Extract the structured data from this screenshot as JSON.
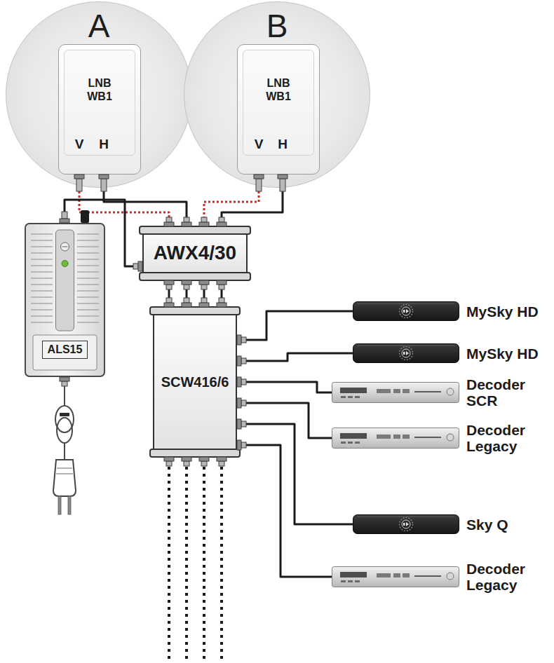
{
  "diagram": {
    "nodes": [
      {
        "text": [
          "A"
        ]
      },
      {
        "text": [
          "LNB WB1",
          "V",
          "H"
        ],
        "in": 0
      },
      {
        "text": [
          "B"
        ]
      },
      {
        "text": [
          "LNB WB1",
          "V",
          "H"
        ],
        "in": 2
      },
      {
        "text": [
          "AWX4/30"
        ]
      },
      {
        "text": [
          "ALS15"
        ]
      },
      {
        "text": [
          "SCW416/6"
        ]
      },
      {
        "text": [
          "MySky HD"
        ]
      },
      {
        "text": [
          "MySky HD"
        ]
      },
      {
        "text": [
          "Decoder SCR"
        ]
      },
      {
        "text": [
          "Decoder Legacy"
        ]
      },
      {
        "text": [
          "Sky Q"
        ]
      },
      {
        "text": [
          "Decoder Legacy"
        ]
      }
    ],
    "edges": [
      {
        "from": 1,
        "to": 4,
        "arrow": "none"
      },
      {
        "from": 1,
        "to": 4,
        "arrow": "none"
      },
      {
        "from": 3,
        "to": 4,
        "arrow": "none"
      },
      {
        "from": 3,
        "to": 4,
        "arrow": "none"
      },
      {
        "from": 5,
        "to": 4,
        "arrow": "none"
      },
      {
        "from": 4,
        "to": 6,
        "arrow": "none"
      },
      {
        "from": 4,
        "to": 6,
        "arrow": "none"
      },
      {
        "from": 4,
        "to": 6,
        "arrow": "none"
      },
      {
        "from": 4,
        "to": 6,
        "arrow": "none"
      },
      {
        "from": 6,
        "to": 7,
        "arrow": "none"
      },
      {
        "from": 6,
        "to": 8,
        "arrow": "none"
      },
      {
        "from": 6,
        "to": 9,
        "arrow": "none"
      },
      {
        "from": 6,
        "to": 10,
        "arrow": "none"
      },
      {
        "from": 6,
        "to": 11,
        "arrow": "none"
      },
      {
        "from": 6,
        "to": 12,
        "arrow": "none"
      }
    ]
  }
}
